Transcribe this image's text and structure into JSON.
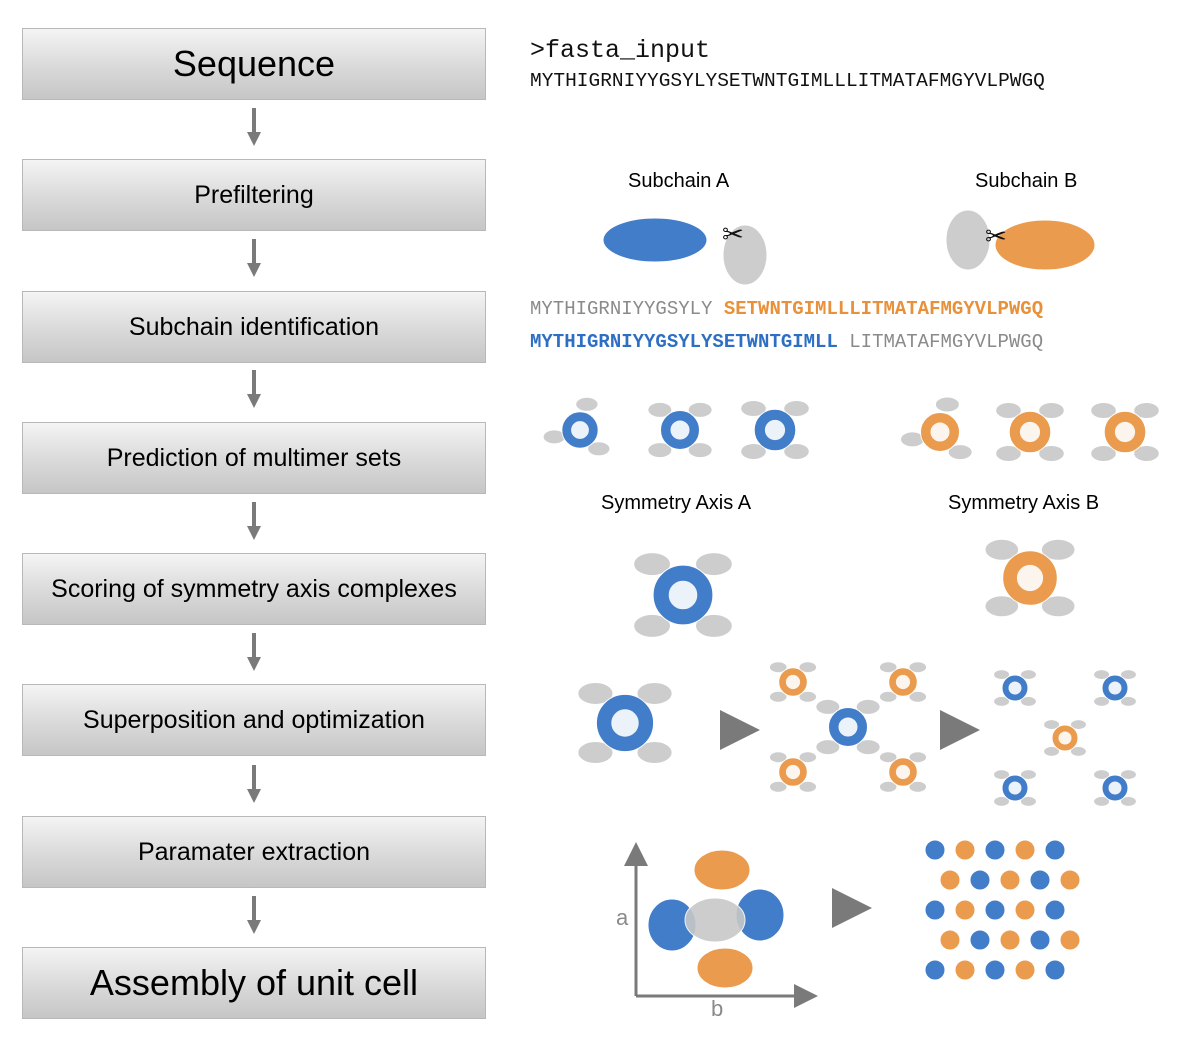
{
  "steps": [
    {
      "label": "Sequence",
      "size": "big"
    },
    {
      "label": "Prefiltering",
      "size": "small"
    },
    {
      "label": "Subchain identification",
      "size": "small"
    },
    {
      "label": "Prediction of multimer sets",
      "size": "small"
    },
    {
      "label": "Scoring of symmetry axis complexes",
      "size": "small"
    },
    {
      "label": "Superposition and optimization",
      "size": "small"
    },
    {
      "label": "Paramater extraction",
      "size": "small"
    },
    {
      "label": "Assembly of unit cell",
      "size": "big"
    }
  ],
  "fasta": {
    "header": ">fasta_input",
    "sequence": "MYTHIGRNIYYGSYLYSETWNTGIMLLLITMATAFMGYVLPWGQ"
  },
  "subchains": {
    "a_label": "Subchain A",
    "b_label": "Subchain B",
    "row1_grey": "MYTHIGRNIYYGSYLY",
    "row1_colored": "SETWNTGIMLLLITMATAFMGYVLPWGQ",
    "row2_colored": "MYTHIGRNIYYGSYLYSETWNTGIMLL",
    "row2_grey": "LITMATAFMGYVLPWGQ"
  },
  "symmetry": {
    "a_label": "Symmetry Axis A",
    "b_label": "Symmetry Axis B"
  },
  "axes": {
    "a": "a",
    "b": "b"
  },
  "colors": {
    "blue": "#2e6fc4",
    "orange": "#e8913a",
    "grey_text": "#8a8a8a",
    "arrow": "#7a7a7a",
    "protein_grey": "#c8c8c8"
  }
}
